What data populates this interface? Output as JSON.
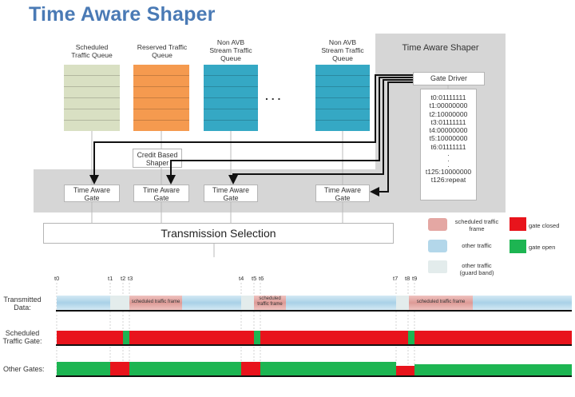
{
  "title": "Time Aware Shaper",
  "queues": [
    {
      "label_1": "Scheduled",
      "label_2": "Traffic Queue",
      "color": "#d9e0c3"
    },
    {
      "label_1": "Reserved Traffic",
      "label_2": "Queue",
      "color": "#f59a4f"
    },
    {
      "label_1": "Non AVB",
      "label_2": "Stream Traffic",
      "label_3": "Queue",
      "color": "#35a8c4"
    },
    {
      "label_1": "Non AVB",
      "label_2": "Stream Traffic",
      "label_3": "Queue",
      "color": "#35a8c4"
    }
  ],
  "ellipsis": ". . .",
  "shaper_panel": {
    "title": "Time Aware Shaper",
    "gate_driver": "Gate Driver"
  },
  "gate_control_list": [
    "t0:01111111",
    "t1:00000000",
    "t2:10000000",
    "t3:01111111",
    "t4:00000000",
    "t5:10000000",
    "t6:01111111",
    ".",
    ".",
    ".",
    "t125:10000000",
    "t126:repeat"
  ],
  "credit_shaper": {
    "line_1": "Credit Based",
    "line_2": "Shaper"
  },
  "gate_label": {
    "line_1": "Time Aware",
    "line_2": "Gate"
  },
  "transmission_selection": "Transmission Selection",
  "legend": {
    "scheduled_frame": {
      "line_1": "scheduled traffic",
      "line_2": "frame"
    },
    "other_traffic": "other traffic",
    "guard_band": {
      "line_1": "other traffic",
      "line_2": "(guard band)"
    },
    "gate_closed": "gate closed",
    "gate_open": "gate open",
    "colors": {
      "closed": "#e8141c",
      "open": "#1db552",
      "scheduled": "#e4a7a3",
      "other": "#b3d7ea",
      "guard": "#e3ecec"
    }
  },
  "timeline": {
    "ticks": [
      "t0",
      "t1",
      "t2",
      "t3",
      "t4",
      "t5",
      "t6",
      "t7",
      "t8",
      "t9"
    ],
    "rows": [
      {
        "line_1": "Transmitted",
        "line_2": "Data:"
      },
      {
        "line_1": "Scheduled",
        "line_2": "Traffic Gate:"
      },
      {
        "line_1": "Other Gates:"
      }
    ],
    "frame_label": "scheduled traffic frame",
    "frame_label_wrap": {
      "line_1": "scheduled",
      "line_2": "traffic frame"
    }
  }
}
